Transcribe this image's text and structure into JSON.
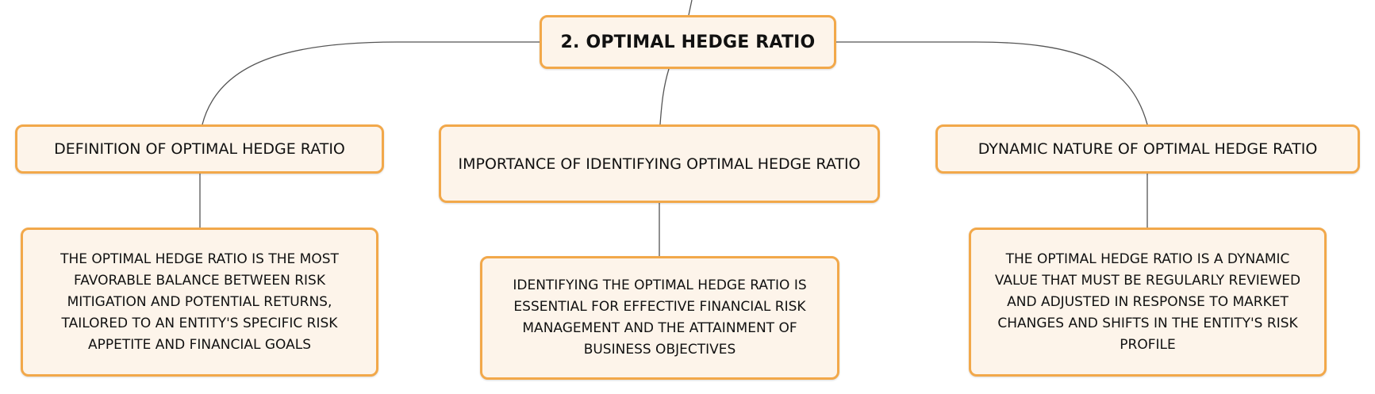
{
  "colors": {
    "node_fill": "#fdf4ea",
    "node_border": "#f2a84a",
    "edge": "#555555"
  },
  "root": {
    "label": "2. OPTIMAL HEDGE RATIO"
  },
  "branches": [
    {
      "label": "DEFINITION OF OPTIMAL HEDGE RATIO",
      "detail": "THE OPTIMAL HEDGE RATIO IS THE MOST FAVORABLE BALANCE BETWEEN RISK MITIGATION AND POTENTIAL RETURNS, TAILORED TO AN ENTITY'S SPECIFIC RISK APPETITE AND FINANCIAL GOALS"
    },
    {
      "label": "IMPORTANCE OF IDENTIFYING OPTIMAL HEDGE RATIO",
      "detail": "IDENTIFYING THE OPTIMAL HEDGE RATIO IS ESSENTIAL FOR EFFECTIVE FINANCIAL RISK MANAGEMENT AND THE ATTAINMENT OF BUSINESS OBJECTIVES"
    },
    {
      "label": "DYNAMIC NATURE OF OPTIMAL HEDGE RATIO",
      "detail": "THE OPTIMAL HEDGE RATIO IS A DYNAMIC VALUE THAT MUST BE REGULARLY REVIEWED AND ADJUSTED IN RESPONSE TO MARKET CHANGES AND SHIFTS IN THE ENTITY'S RISK PROFILE"
    }
  ]
}
